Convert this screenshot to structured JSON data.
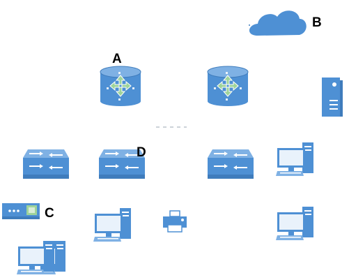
{
  "labels": {
    "a": "A",
    "b": "B",
    "c": "C",
    "d": "D"
  },
  "colors": {
    "device_blue": "#4e90d4",
    "device_dark": "#3f7cbc",
    "device_light": "#7fb1e4",
    "arrow_green": "#9ed39a",
    "screen": "#e9f2fb"
  },
  "icons": [
    "cloud-icon",
    "router-icon",
    "server-tower-icon",
    "switch-icon",
    "desktop-computer-icon",
    "printer-icon",
    "modem-icon"
  ]
}
